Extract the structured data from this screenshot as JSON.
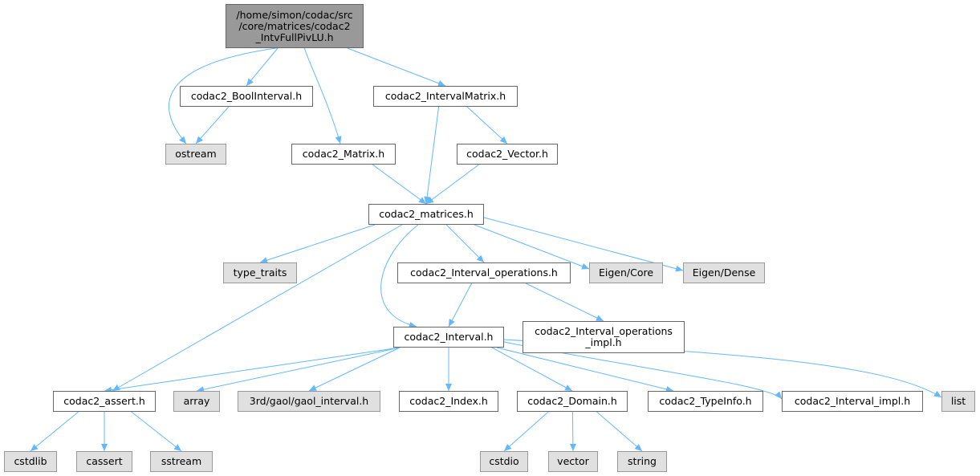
{
  "diagram": {
    "nodes": [
      {
        "id": "root",
        "label": "/home/simon/codac/src\n/core/matrices/codac2\n_IntvFullPivLU.h",
        "kind": "root"
      },
      {
        "id": "boolinterval",
        "label": "codac2_BoolInterval.h",
        "kind": "internal"
      },
      {
        "id": "intervalmatrix",
        "label": "codac2_IntervalMatrix.h",
        "kind": "internal"
      },
      {
        "id": "ostream",
        "label": "ostream",
        "kind": "external"
      },
      {
        "id": "matrix",
        "label": "codac2_Matrix.h",
        "kind": "internal"
      },
      {
        "id": "vector_h",
        "label": "codac2_Vector.h",
        "kind": "internal"
      },
      {
        "id": "matrices",
        "label": "codac2_matrices.h",
        "kind": "internal"
      },
      {
        "id": "type_traits",
        "label": "type_traits",
        "kind": "external"
      },
      {
        "id": "interval_ops",
        "label": "codac2_Interval_operations.h",
        "kind": "internal"
      },
      {
        "id": "eigen_core",
        "label": "Eigen/Core",
        "kind": "external"
      },
      {
        "id": "eigen_dense",
        "label": "Eigen/Dense",
        "kind": "external"
      },
      {
        "id": "interval",
        "label": "codac2_Interval.h",
        "kind": "internal"
      },
      {
        "id": "interval_ops_impl",
        "label": "codac2_Interval_operations\n_impl.h",
        "kind": "internal"
      },
      {
        "id": "assert",
        "label": "codac2_assert.h",
        "kind": "internal"
      },
      {
        "id": "array",
        "label": "array",
        "kind": "external"
      },
      {
        "id": "gaol",
        "label": "3rd/gaol/gaol_interval.h",
        "kind": "external"
      },
      {
        "id": "index",
        "label": "codac2_Index.h",
        "kind": "internal"
      },
      {
        "id": "domain",
        "label": "codac2_Domain.h",
        "kind": "internal"
      },
      {
        "id": "typeinfo",
        "label": "codac2_TypeInfo.h",
        "kind": "internal"
      },
      {
        "id": "interval_impl",
        "label": "codac2_Interval_impl.h",
        "kind": "internal"
      },
      {
        "id": "list",
        "label": "list",
        "kind": "external"
      },
      {
        "id": "cstdlib",
        "label": "cstdlib",
        "kind": "external"
      },
      {
        "id": "cassert",
        "label": "cassert",
        "kind": "external"
      },
      {
        "id": "sstream",
        "label": "sstream",
        "kind": "external"
      },
      {
        "id": "cstdio",
        "label": "cstdio",
        "kind": "external"
      },
      {
        "id": "vector",
        "label": "vector",
        "kind": "external"
      },
      {
        "id": "string",
        "label": "string",
        "kind": "external"
      }
    ],
    "edges": [
      [
        "root",
        "ostream"
      ],
      [
        "root",
        "boolinterval"
      ],
      [
        "root",
        "matrix"
      ],
      [
        "root",
        "intervalmatrix"
      ],
      [
        "boolinterval",
        "ostream"
      ],
      [
        "intervalmatrix",
        "matrices"
      ],
      [
        "intervalmatrix",
        "vector_h"
      ],
      [
        "matrix",
        "matrices"
      ],
      [
        "vector_h",
        "matrices"
      ],
      [
        "matrices",
        "type_traits"
      ],
      [
        "matrices",
        "interval_ops"
      ],
      [
        "matrices",
        "eigen_core"
      ],
      [
        "matrices",
        "eigen_dense"
      ],
      [
        "matrices",
        "interval"
      ],
      [
        "matrices",
        "assert"
      ],
      [
        "interval_ops",
        "interval"
      ],
      [
        "interval_ops",
        "interval_ops_impl"
      ],
      [
        "interval",
        "assert"
      ],
      [
        "interval",
        "array"
      ],
      [
        "interval",
        "gaol"
      ],
      [
        "interval",
        "index"
      ],
      [
        "interval",
        "domain"
      ],
      [
        "interval",
        "typeinfo"
      ],
      [
        "interval",
        "interval_impl"
      ],
      [
        "interval",
        "list"
      ],
      [
        "assert",
        "cstdlib"
      ],
      [
        "assert",
        "cassert"
      ],
      [
        "assert",
        "sstream"
      ],
      [
        "domain",
        "cstdio"
      ],
      [
        "domain",
        "vector"
      ],
      [
        "domain",
        "string"
      ]
    ],
    "colors": {
      "edge": "#63b8ff",
      "root_fill": "#999999",
      "external_fill": "#e0e0e0",
      "internal_fill": "#ffffff"
    }
  }
}
